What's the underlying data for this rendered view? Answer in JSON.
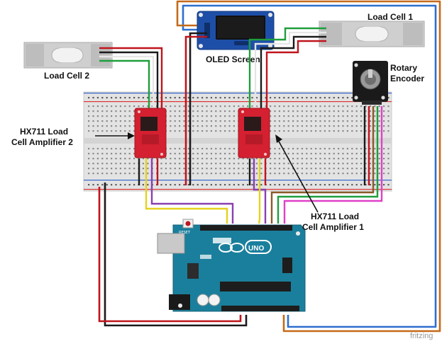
{
  "labels": {
    "load_cell_1": "Load Cell 1",
    "load_cell_2": "Load Cell 2",
    "oled_screen": "OLED Screen",
    "rotary_encoder_line1": "Rotary",
    "rotary_encoder_line2": "Encoder",
    "hx711_2_line1": "HX711 Load",
    "hx711_2_line2": "Cell Amplifier 2",
    "hx711_1_line1": "HX711 Load",
    "hx711_1_line2": "Cell Amplifier 1",
    "arduino_logo": "UNO",
    "reset": "RESET",
    "watermark": "fritzing"
  },
  "colors": {
    "breadboard": "#e3e3e3",
    "arduino": "#1a7f9c",
    "hx711": "#d42030",
    "oled": "#1e4fa8",
    "wire_red": "#c0141c",
    "wire_black": "#1a1a1a",
    "wire_green": "#1f9e3c",
    "wire_white": "#f4f4f4",
    "wire_yellow": "#e6d21e",
    "wire_purple": "#8a3fb0",
    "wire_orange": "#c46a1a",
    "wire_blue": "#2d6fd0",
    "wire_pink": "#e040c8",
    "wire_brown": "#8a5a2a"
  }
}
